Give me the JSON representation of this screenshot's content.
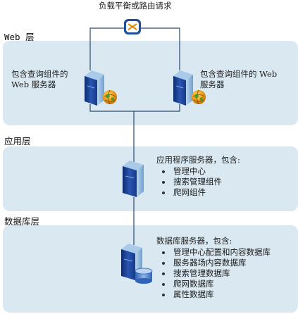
{
  "load_balancer": {
    "label": "负载平衡或路由请求"
  },
  "tiers": [
    {
      "label": "Web 层"
    },
    {
      "label": "应用层"
    },
    {
      "label": "数据库层"
    }
  ],
  "web_tier": {
    "left_server_text": "包含查询组件的\nWeb 服务器",
    "right_server_text": "包含查询组件的 Web\n服务器"
  },
  "app_tier": {
    "heading": "应用程序服务器，包含:",
    "items": [
      "管理中心",
      "搜索管理组件",
      "爬网组件"
    ]
  },
  "db_tier": {
    "heading": "数据库服务器，包含:",
    "items": [
      "管理中心配置和内容数据库",
      "服务器场内容数据库",
      "搜索管理数据库",
      "爬网数据库",
      "属性数据库"
    ]
  },
  "icons": {
    "server": "server-tower-icon",
    "globe": "globe-icon",
    "load_balancer": "load-balancer-icon",
    "database": "database-cylinder-icon"
  },
  "colors": {
    "band": "#d9e8f1",
    "connector": "#2b4a6b",
    "server_dark": "#1f3f8a",
    "server_light": "#9cc3e4"
  }
}
